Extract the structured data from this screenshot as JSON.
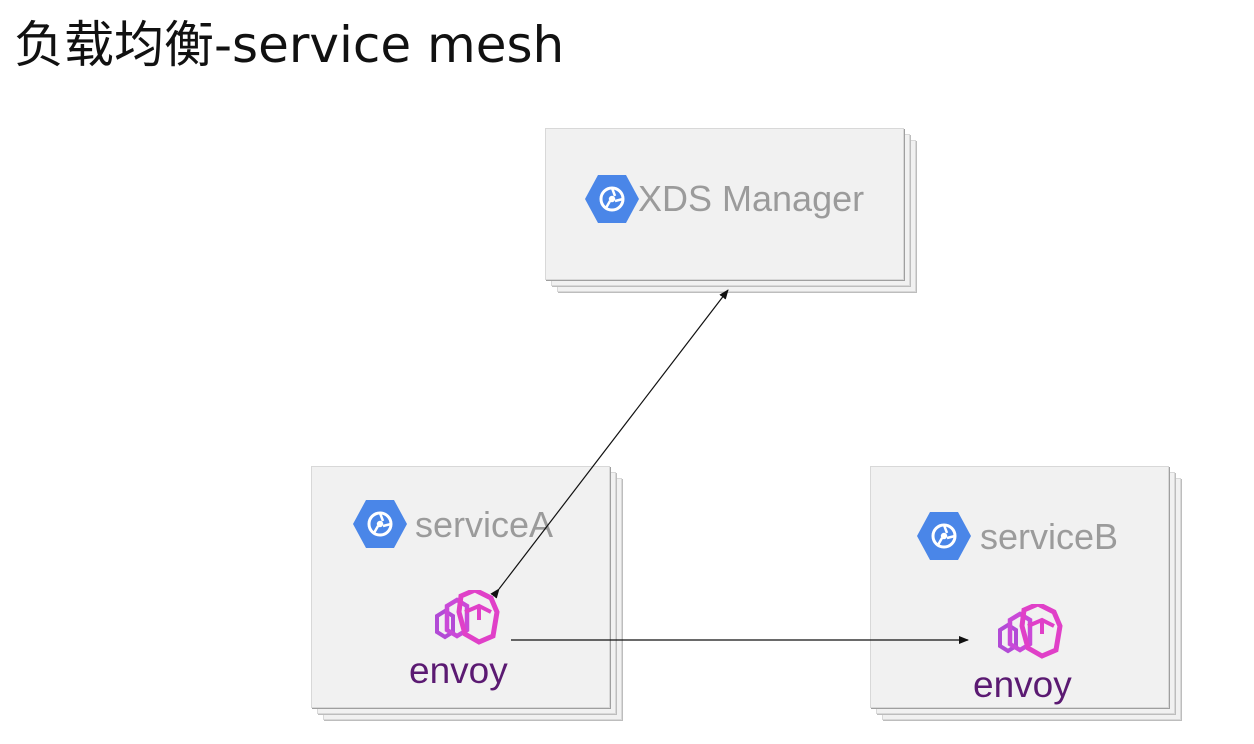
{
  "title": "负载均衡-service mesh",
  "nodes": {
    "xds_manager": {
      "label": "XDS Manager",
      "icon": "gcp-hexagon-icon"
    },
    "service_a": {
      "label": "serviceA",
      "icon": "gcp-hexagon-icon",
      "proxy": "envoy"
    },
    "service_b": {
      "label": "serviceB",
      "icon": "gcp-hexagon-icon",
      "proxy": "envoy"
    }
  },
  "edges": [
    {
      "from": "service_a.envoy",
      "to": "xds_manager",
      "direction": "bidirectional"
    },
    {
      "from": "service_a.envoy",
      "to": "service_b.envoy",
      "direction": "forward"
    }
  ],
  "colors": {
    "card_fill": "#f1f1f1",
    "label_gray": "#9b9b9b",
    "gcp_blue": "#4a86e8",
    "envoy_pink": "#e040c8",
    "envoy_purple": "#5b1a72"
  }
}
